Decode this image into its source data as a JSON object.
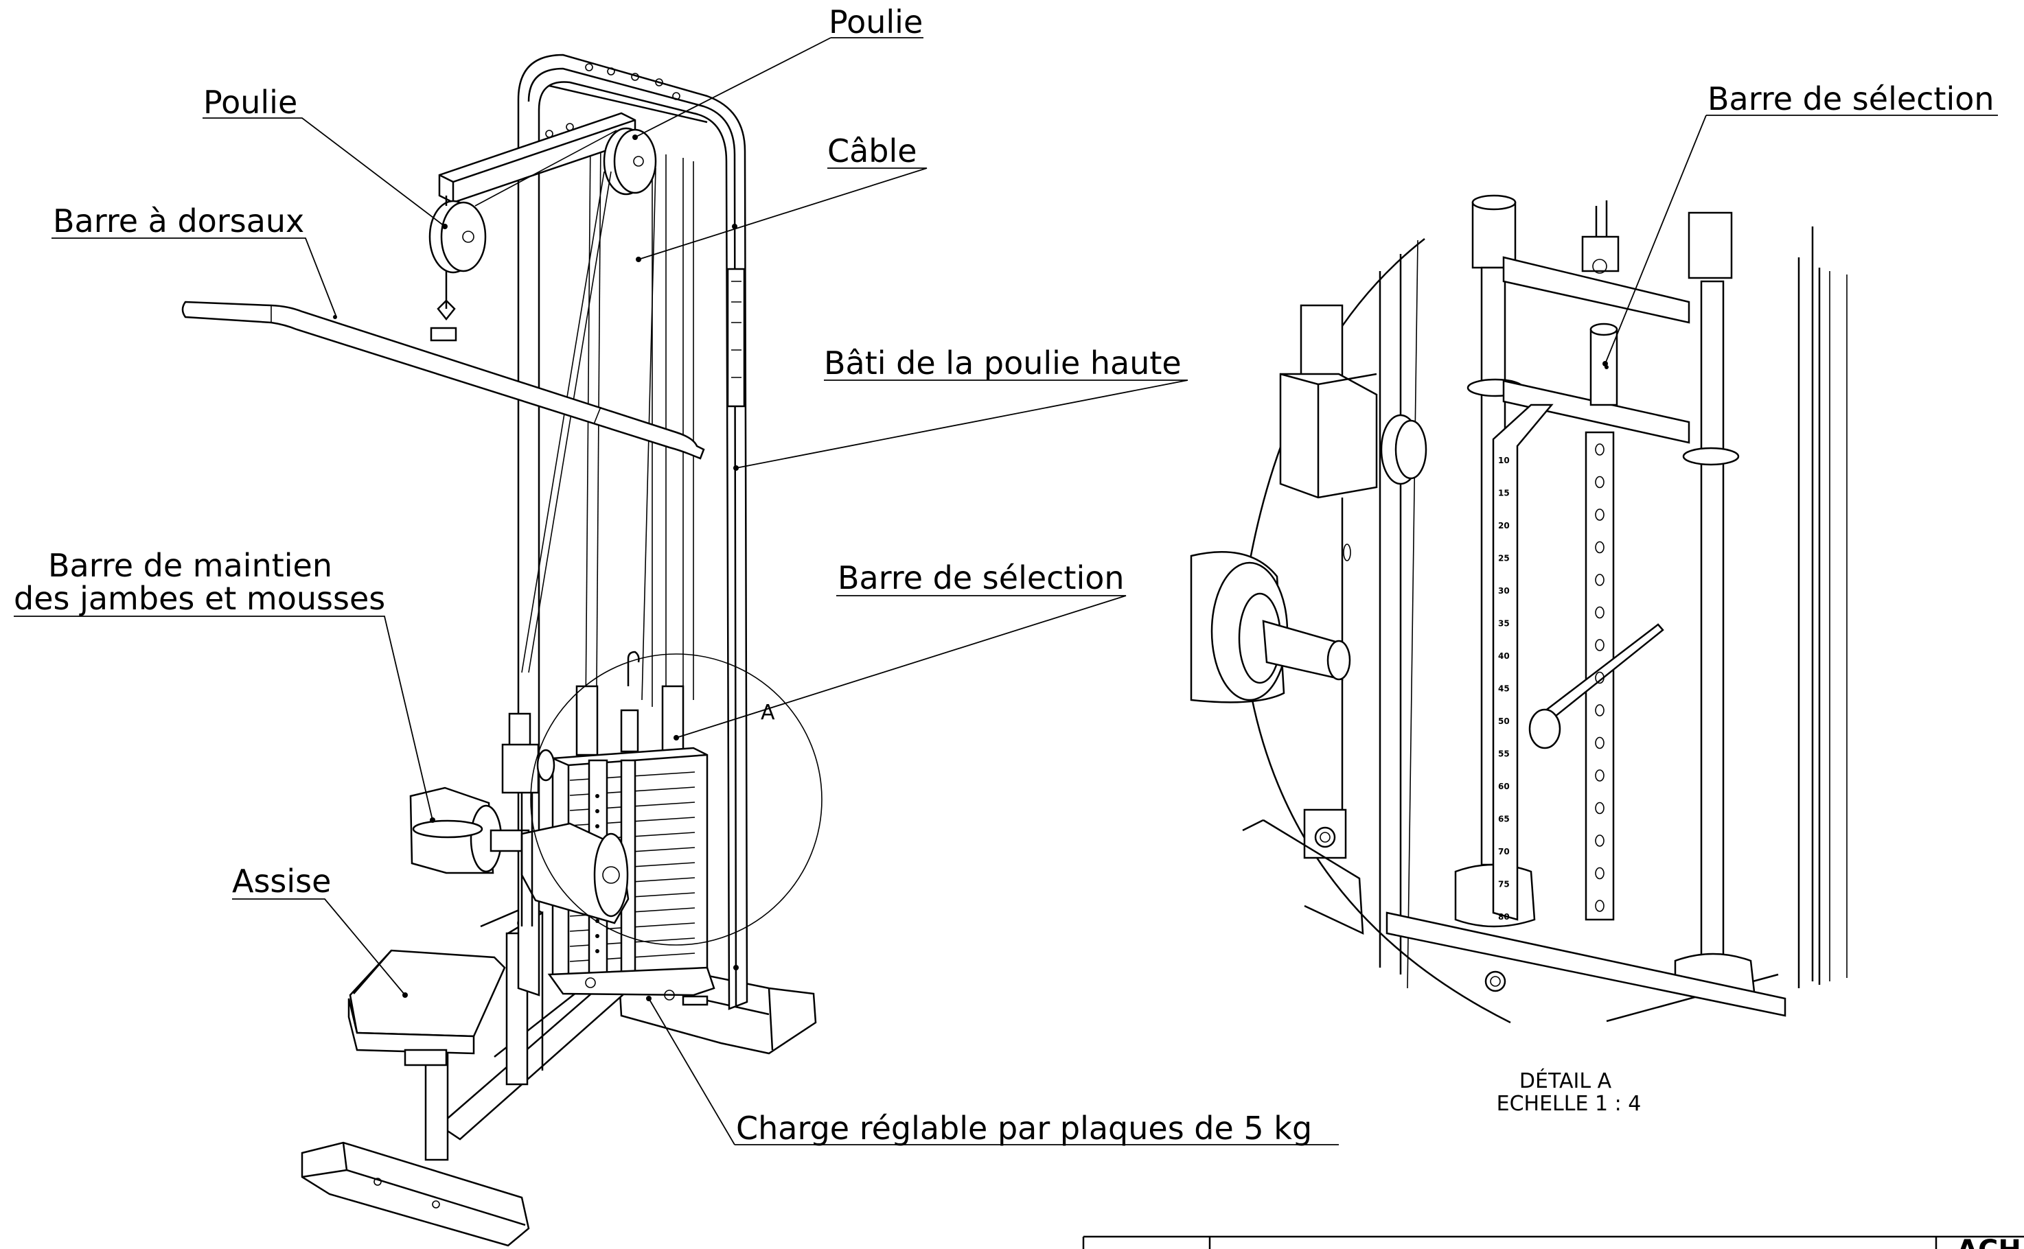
{
  "callouts": {
    "pulley_top": "Poulie",
    "pulley_left": "Poulie",
    "cable": "Câble",
    "lat_bar": "Barre à dorsaux",
    "frame": "Bâti de la poulie haute",
    "leg_bar_line1": "Barre de maintien",
    "leg_bar_line2": "des jambes et mousses",
    "selector_main": "Barre de sélection",
    "seat": "Assise",
    "weight_stack": "Charge réglable par plaques de 5 kg",
    "selector_detail": "Barre de sélection"
  },
  "detail": {
    "marker": "A",
    "title": "DÉTAIL A",
    "scale": "ECHELLE 1 : 4",
    "scale_numbers": [
      "10",
      "15",
      "20",
      "25",
      "30",
      "35",
      "40",
      "45",
      "50",
      "55",
      "60",
      "65",
      "70",
      "75",
      "80"
    ]
  },
  "title_block": {
    "fragment": "ACH"
  }
}
